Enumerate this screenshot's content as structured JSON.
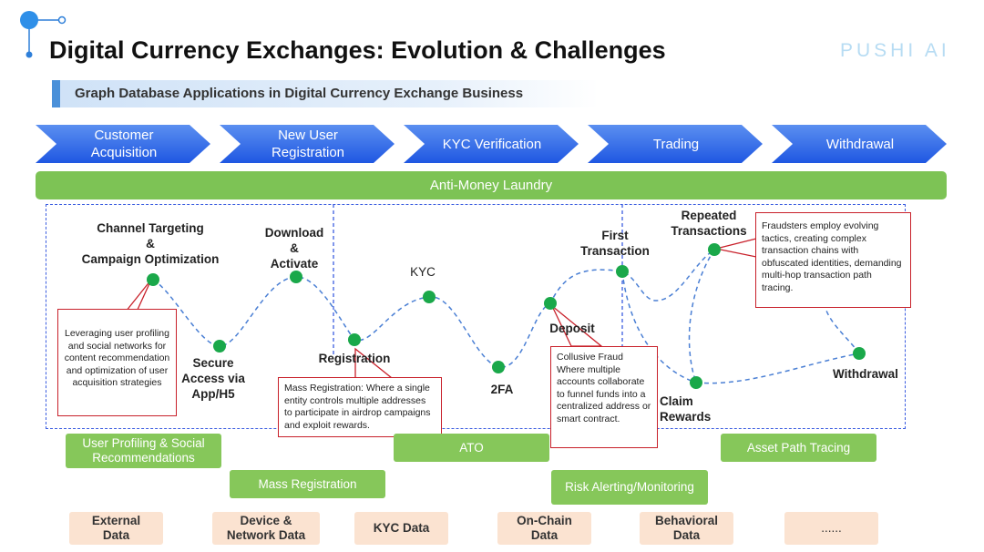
{
  "header": {
    "title": "Digital Currency Exchanges: Evolution & Challenges",
    "brand": "PUSHI AI",
    "subtitle": "Graph Database Applications in Digital Currency Exchange Business"
  },
  "stages": [
    "Customer\nAcquisition",
    "New User\nRegistration",
    "KYC Verification",
    "Trading",
    "Withdrawal"
  ],
  "aml_label": "Anti-Money Laundry",
  "nodes": {
    "channel": "Channel Targeting\n&\nCampaign Optimization",
    "secure": "Secure\nAccess via\nApp/H5",
    "download": "Download\n&\nActivate",
    "registration": "Registration",
    "kyc": "KYC",
    "twofa": "2FA",
    "deposit": "Deposit",
    "first_tx": "First\nTransaction",
    "repeated": "Repeated\nTransactions",
    "claim": "Claim\nRewards",
    "withdrawal": "Withdrawal"
  },
  "notes": {
    "profiling": "Leveraging user profiling and social networks for content recommendation and optimization of user acquisition strategies",
    "mass_reg": "Mass Registration: Where a single entity controls multiple addresses to participate in airdrop campaigns and exploit rewards.",
    "collusive": "Collusive Fraud\nWhere multiple accounts collaborate to funnel funds into a centralized address or smart contract.",
    "fraudsters": "Fraudsters employ evolving tactics, creating complex transaction chains with obfuscated identities, demanding multi-hop transaction path tracing."
  },
  "applications": {
    "user_profiling": "User Profiling & Social\nRecommendations",
    "mass_registration": "Mass Registration",
    "ato": "ATO",
    "risk_alerting": "Risk Alerting/Monitoring",
    "asset_path": "Asset Path Tracing"
  },
  "data_sources": [
    "External\nData",
    "Device &\nNetwork Data",
    "KYC Data",
    "On-Chain\nData",
    "Behavioral\nData",
    "......"
  ],
  "colors": {
    "chevron": "#2a62e6",
    "green": "#7dc355",
    "note_border": "#c8202a",
    "source_bg": "#fbe3d1",
    "curve": "#4a7fd4",
    "node": "#1aa84a"
  }
}
